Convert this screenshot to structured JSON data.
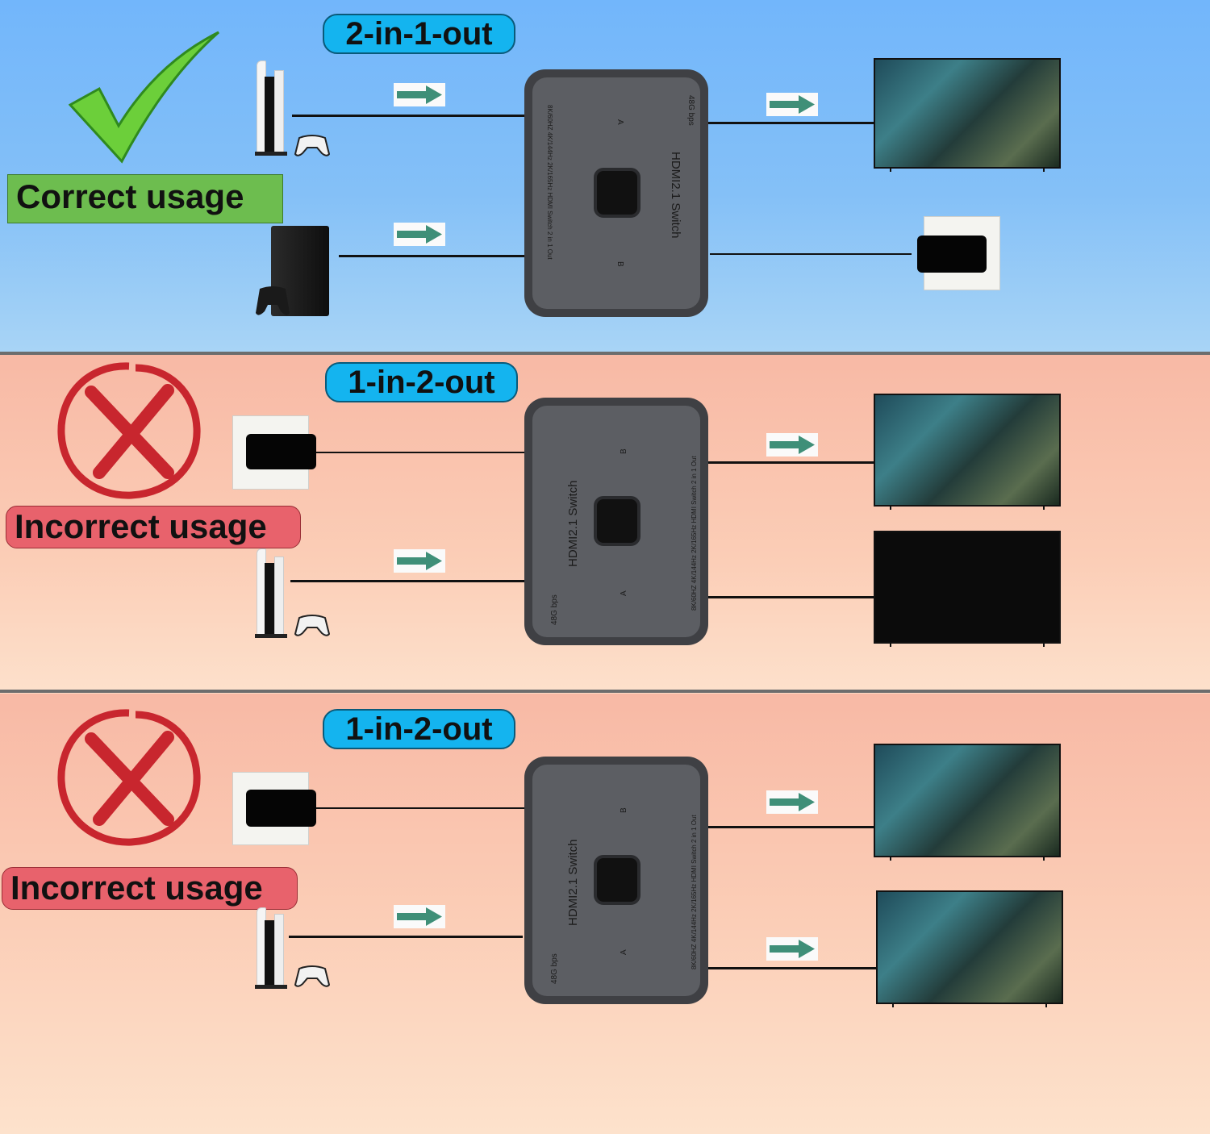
{
  "panels": [
    {
      "mode_label": "2-in-1-out",
      "usage_label": "Correct usage",
      "status": "correct",
      "status_icon": "checkmark-icon",
      "status_color": "#6dbd4f",
      "switch": {
        "title": "HDMI2.1 Switch",
        "bandwidth": "48G bps",
        "specs": "8K/60HZ 4K/144Hz 2K/165Hz  HDMI Switch 2 in 1 Out",
        "port_a": "A",
        "port_b": "B"
      }
    },
    {
      "mode_label": "1-in-2-out",
      "usage_label": "Incorrect usage",
      "status": "incorrect",
      "status_icon": "x-circle-icon",
      "status_color": "#e8626c",
      "switch": {
        "title": "HDMI2.1 Switch",
        "bandwidth": "48G bps",
        "specs": "8K/60HZ 4K/144Hz 2K/165Hz  HDMI Switch 2 in 1 Out",
        "port_a": "A",
        "port_b": "B"
      }
    },
    {
      "mode_label": "1-in-2-out",
      "usage_label": "Incorrect usage",
      "status": "incorrect",
      "status_icon": "x-circle-icon",
      "status_color": "#e8626c",
      "switch": {
        "title": "HDMI2.1 Switch",
        "bandwidth": "48G bps",
        "specs": "8K/60HZ 4K/144Hz 2K/165Hz  HDMI Switch 2 in 1 Out",
        "port_a": "A",
        "port_b": "B"
      }
    }
  ],
  "colors": {
    "correct_bg": "#74b9fb",
    "incorrect_bg": "#f8bba7",
    "pill": "#14b4ef",
    "arrow": "#3f8f78"
  }
}
